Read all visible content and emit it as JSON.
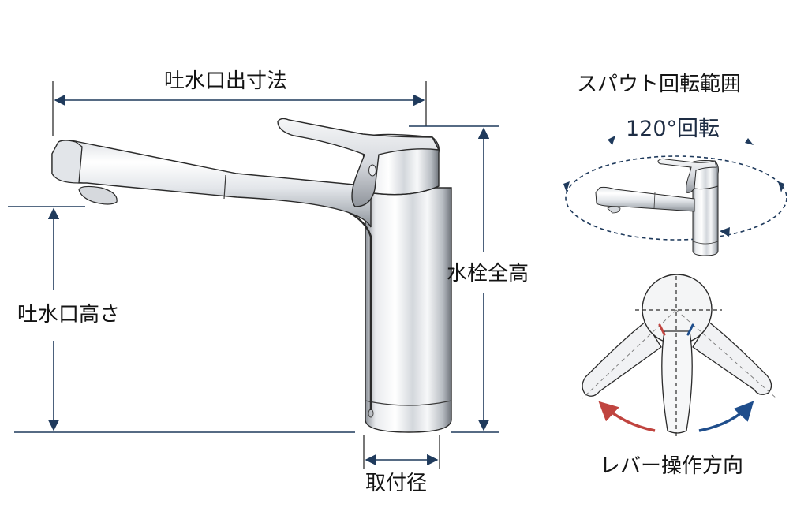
{
  "diagram": {
    "subject": "single-lever pull-out kitchen faucet dimension diagram",
    "colors": {
      "dimension_line": "#1f3a5c",
      "arrowhead": "#1f3a5c",
      "text": "#141414",
      "accent_text": "#1e2d44",
      "hot": "#c0443f",
      "cold": "#1f4e8c",
      "chrome_light": "#f2f3f5",
      "chrome_mid": "#c9cdd3",
      "chrome_dark": "#5a5f66",
      "outline": "#2a2a2a"
    },
    "dimensions": {
      "spout_reach": {
        "label": "吐水口出寸法"
      },
      "spout_height": {
        "label": "吐水口高さ"
      },
      "overall_height": {
        "label": "水栓全高"
      },
      "mounting_diameter": {
        "label": "取付径"
      }
    },
    "spout_rotation": {
      "title": "スパウト回転範囲",
      "angle_label": "120°回転"
    },
    "lever_operation": {
      "title": "レバー操作方向",
      "left_indicator": "hot",
      "right_indicator": "cold"
    }
  }
}
